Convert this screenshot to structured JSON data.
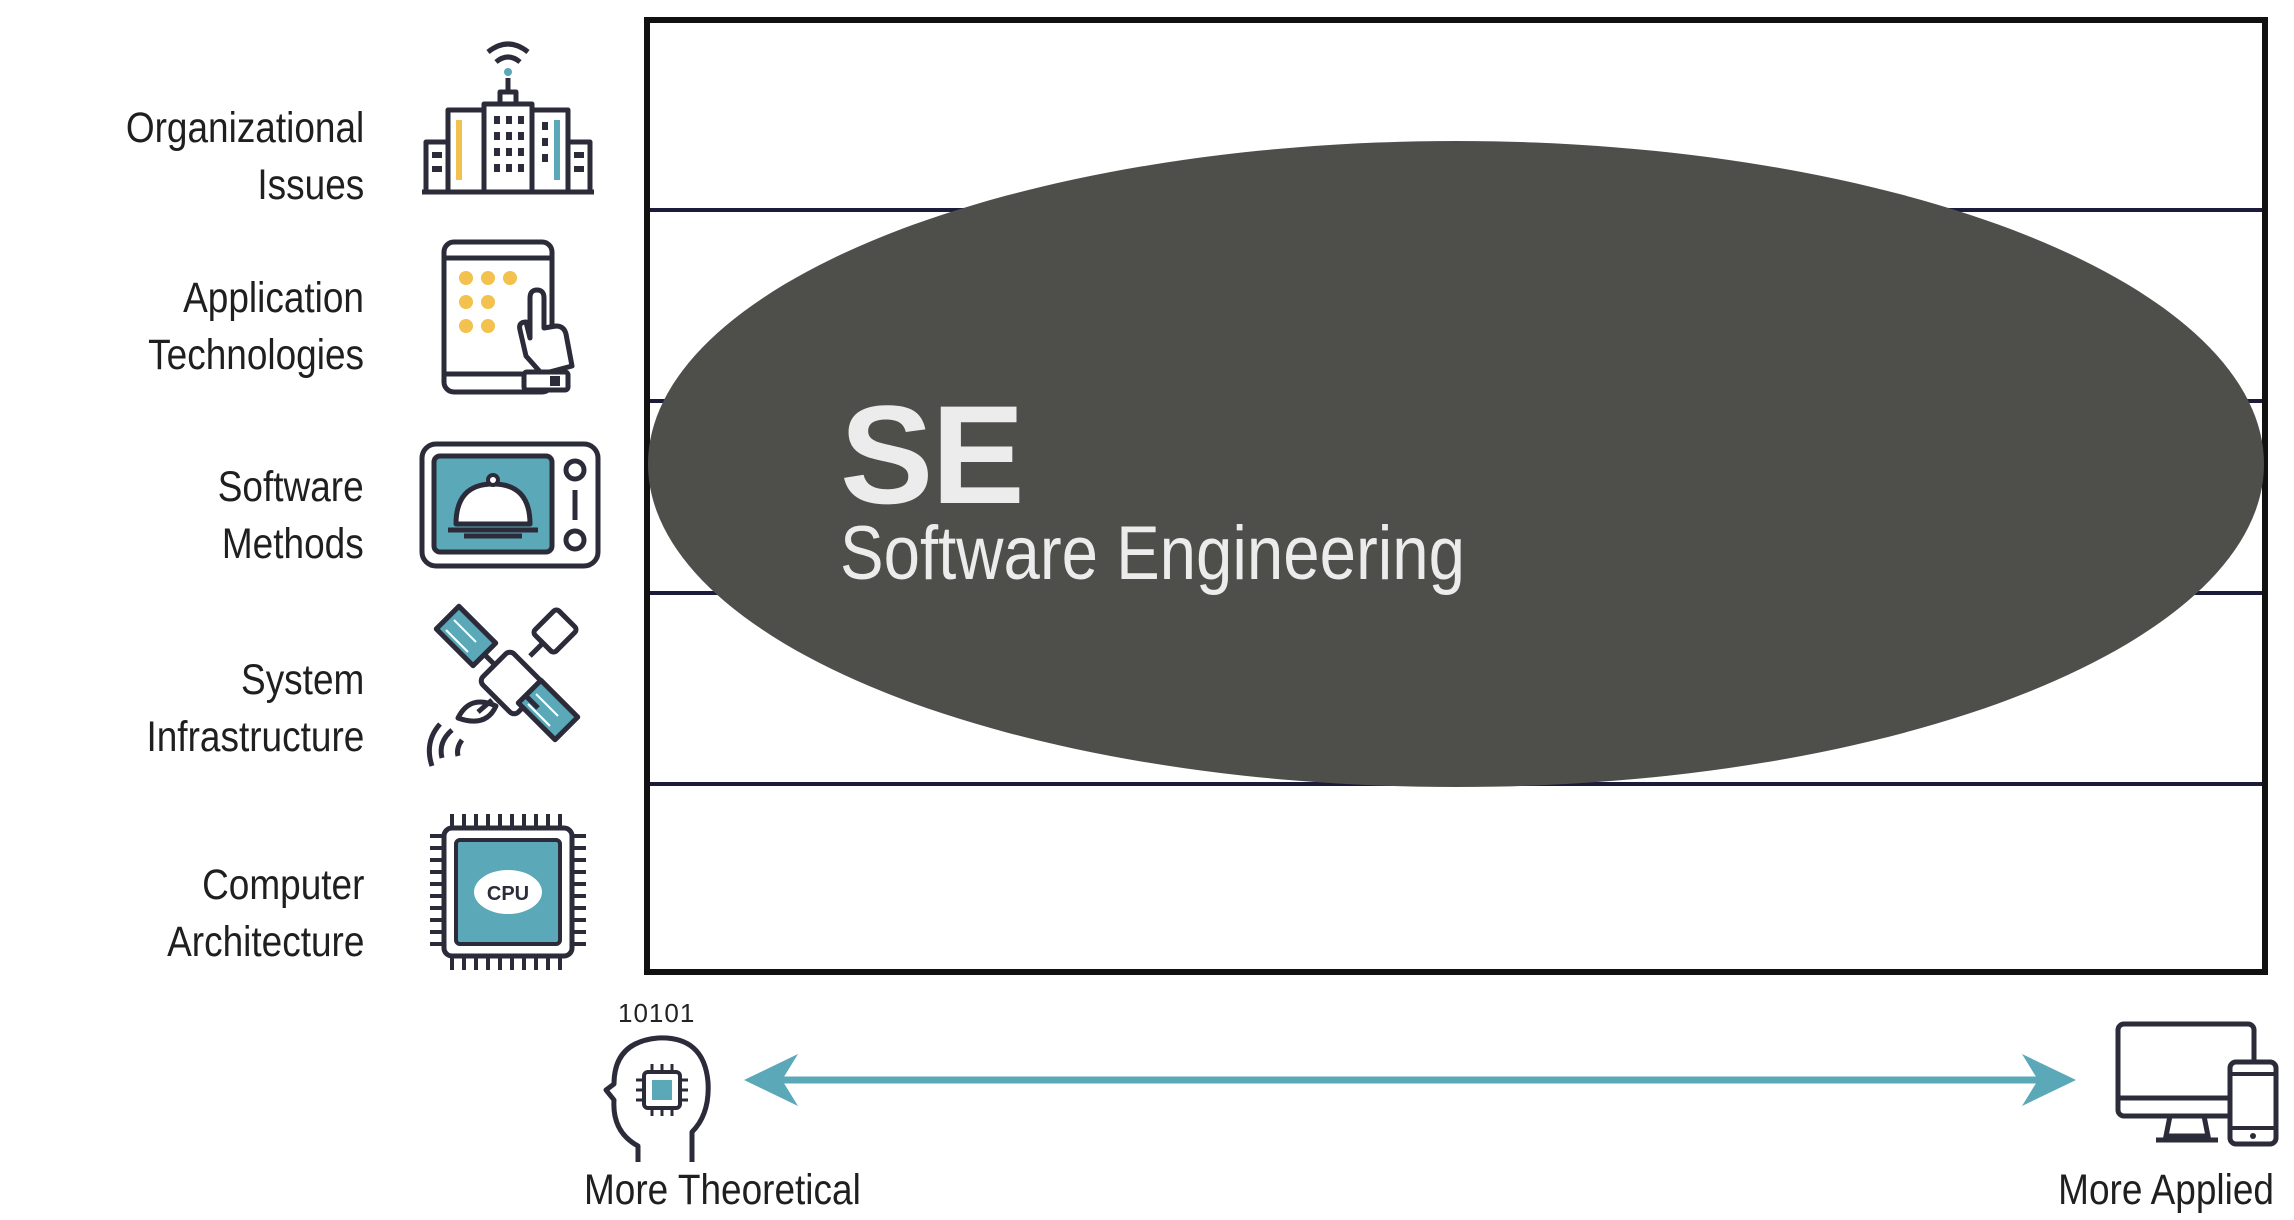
{
  "rows": [
    {
      "line1": "Organizational",
      "line2": "Issues",
      "icon": "city-buildings-icon"
    },
    {
      "line1": "Application",
      "line2": "Technologies",
      "icon": "tablet-touch-icon"
    },
    {
      "line1": "Software",
      "line2": "Methods",
      "icon": "microwave-dish-icon"
    },
    {
      "line1": "System",
      "line2": "Infrastructure",
      "icon": "satellite-icon"
    },
    {
      "line1": "Computer",
      "line2": "Architecture",
      "icon": "cpu-chip-icon"
    }
  ],
  "cpu_label": "CPU",
  "se": {
    "abbr": "SE",
    "full": "Software Engineering"
  },
  "axis": {
    "left_label": "More Theoretical",
    "right_label": "More Applied",
    "binary": "10101",
    "left_icon": "head-chip-icon",
    "right_icon": "devices-icon"
  },
  "colors": {
    "ellipse": "#4e4e4a",
    "arrow": "#5aa8b8",
    "accent_yellow": "#f2c14e",
    "accent_teal": "#5aa8b8",
    "line": "#1b1c3c"
  }
}
